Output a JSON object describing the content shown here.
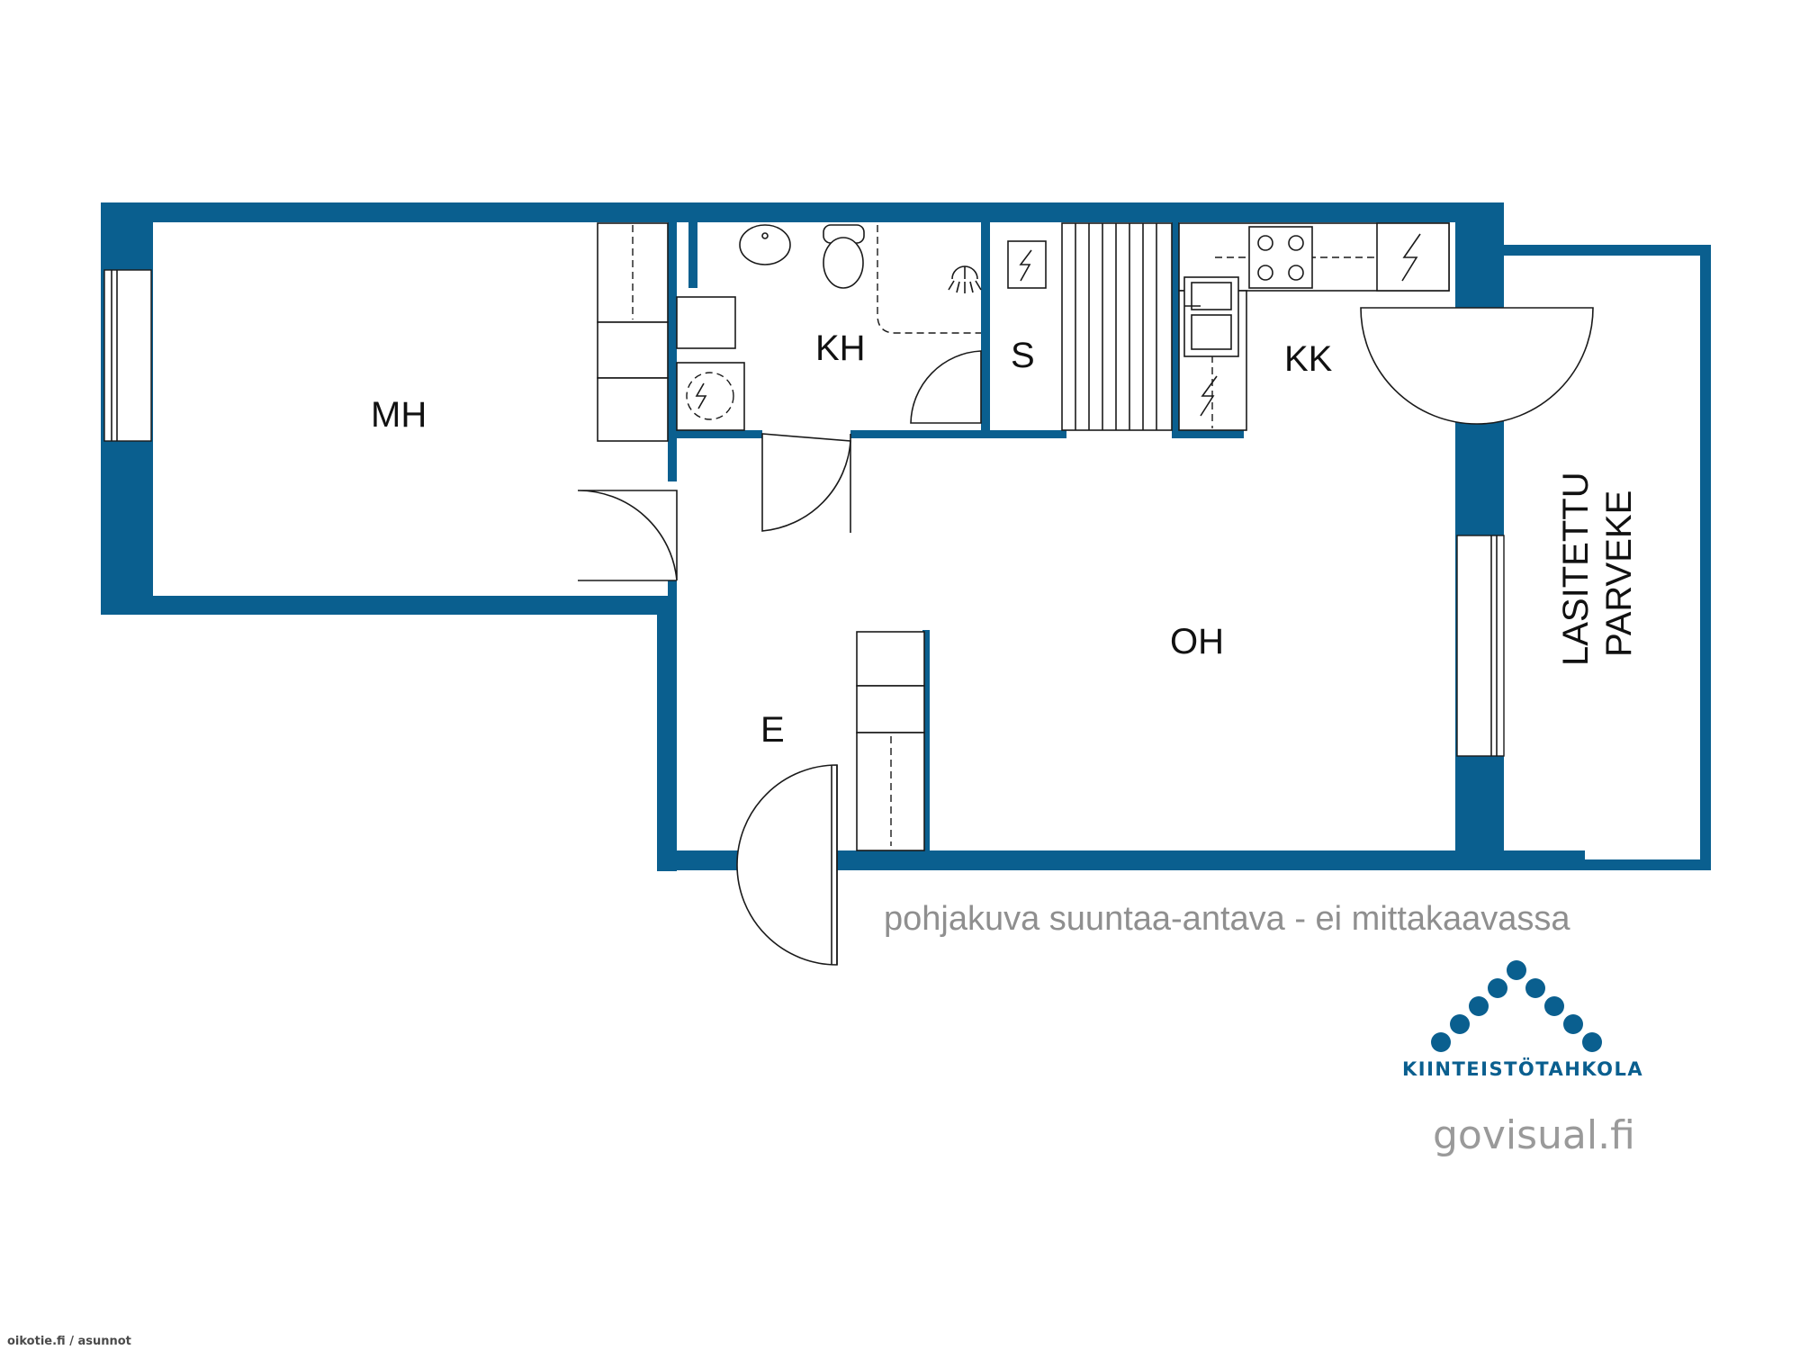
{
  "rooms": {
    "mh": "MH",
    "kh": "KH",
    "s": "S",
    "kk": "KK",
    "oh": "OH",
    "e": "E",
    "balcony_line1": "LASITETTU",
    "balcony_line2": "PARVEKE"
  },
  "note": "pohjakuva suuntaa-antava - ei mittakaavassa",
  "brand": {
    "name": "KIINTEISTÖTAHKOLA",
    "color": "#0a5f8f"
  },
  "credit": "govisual.fi",
  "watermark": "oikotie.fi / asunnot",
  "colors": {
    "wall": "#0a5f8f",
    "line": "#1a1a1a",
    "note_text": "#8f8f8f"
  }
}
